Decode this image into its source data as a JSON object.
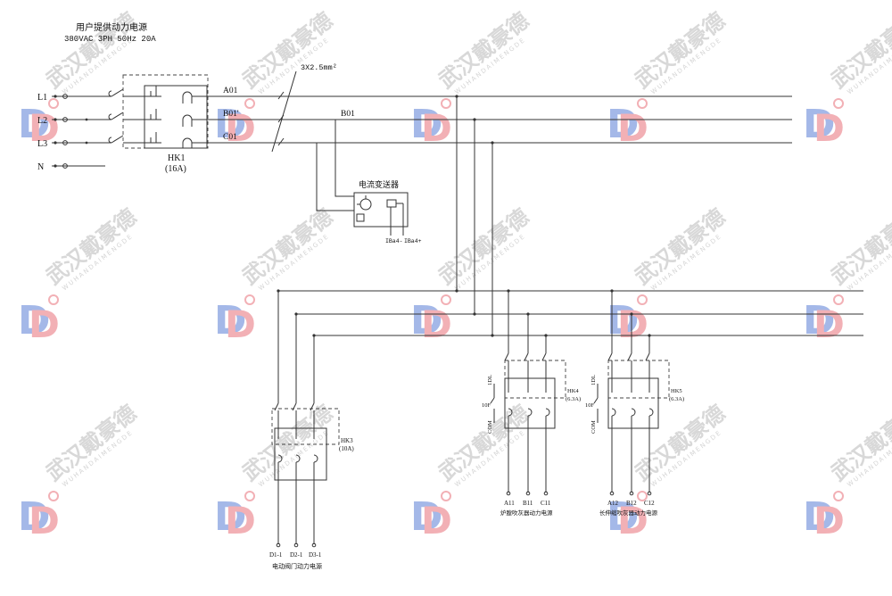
{
  "supply": {
    "title": "用户提供动力电源",
    "spec": "380VAC 3PH 50Hz 20A",
    "phases": [
      "L1",
      "L2",
      "L3",
      "N"
    ],
    "cable": "3X2.5mm²"
  },
  "main_breaker": {
    "name": "HK1",
    "rating": "(16A)"
  },
  "buses": [
    "A01",
    "B01'",
    "C01",
    "B01"
  ],
  "transmitter": {
    "title": "电流变送器",
    "out_neg": "IBa4-",
    "out_pos": "IBa4+"
  },
  "breakers": [
    {
      "name": "HK3",
      "rating": "(10A)",
      "outputs": [
        "D1-1",
        "D2-1",
        "D3-1"
      ],
      "caption": "电动阀门动力电源"
    },
    {
      "name": "HK4",
      "rating": "(6.3A)",
      "outputs": [
        "A11",
        "B11",
        "C11"
      ],
      "caption": "炉膛吹灰器动力电源",
      "aux": [
        "1DL",
        "10F",
        "COM"
      ]
    },
    {
      "name": "HK5",
      "rating": "(6.3A)",
      "outputs": [
        "A12",
        "B12",
        "C12"
      ],
      "caption": "长伸缩吹灰器动力电源",
      "aux": [
        "1DL",
        "10F",
        "COM"
      ]
    }
  ],
  "watermark": {
    "cn": "武汉戴豪德",
    "en": "WUHANDAIMENGDE"
  },
  "colors": {
    "line": "#333333",
    "logo_blue": "#5b7fd6",
    "logo_red": "#e8707a",
    "watermark": "#9a9a9a"
  }
}
